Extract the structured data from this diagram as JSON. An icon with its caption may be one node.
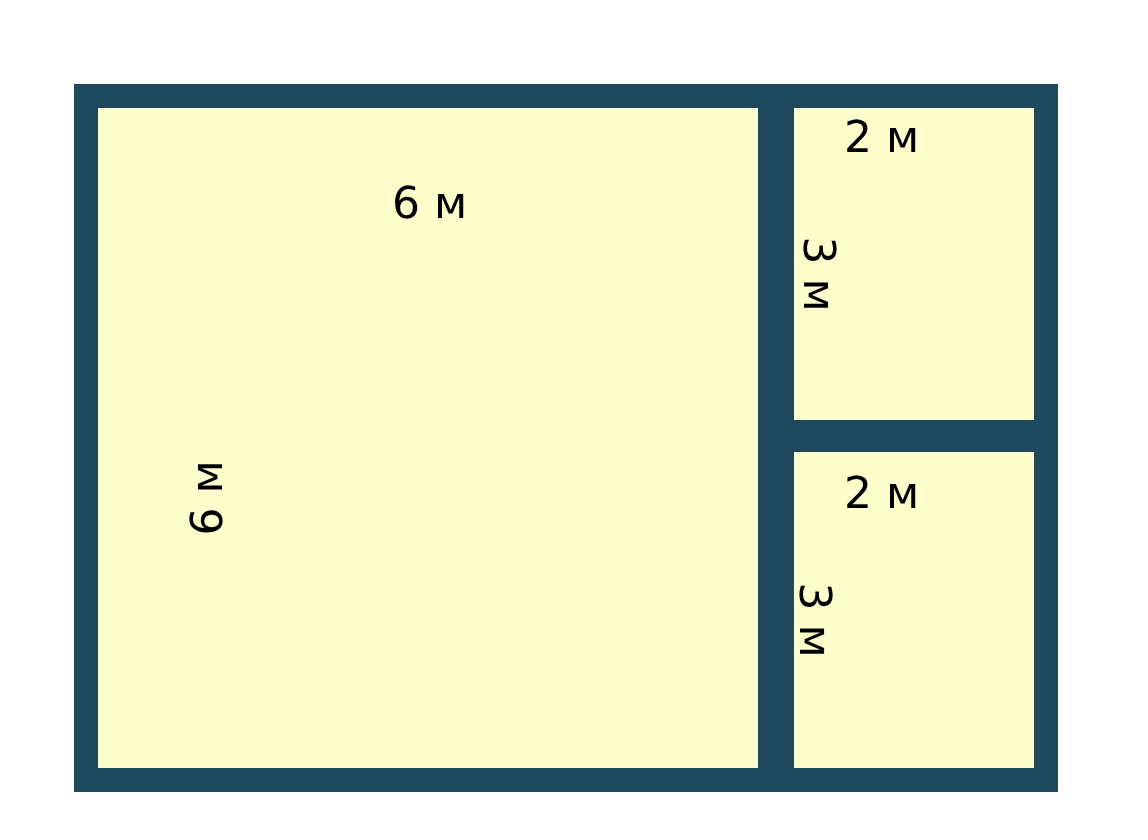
{
  "diagram": {
    "nodes": [
      {
        "text": [
          "6 м",
          "6 м"
        ]
      },
      {
        "text": [
          "2 м",
          "3 м"
        ]
      },
      {
        "text": [
          "2 м",
          "3 м"
        ]
      }
    ]
  }
}
